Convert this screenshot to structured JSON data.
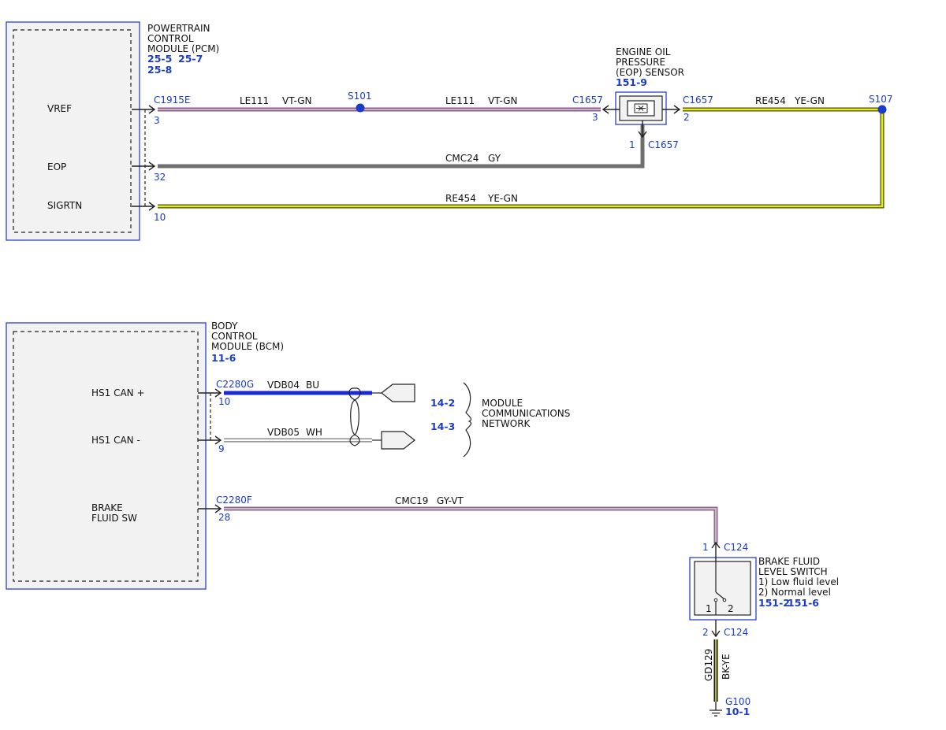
{
  "colors": {
    "blue": "#1a3cc8",
    "violet_green": "#b98fb9",
    "yellow_green": "#d7e41a",
    "gray": "#7a7a7a",
    "white": "#ffffff",
    "black": "#111111"
  },
  "pcm": {
    "title": [
      "POWERTRAIN",
      "CONTROL",
      "MODULE (PCM)"
    ],
    "refs_line1": [
      "25-5",
      "25-7"
    ],
    "refs_line2": "25-8",
    "pins": [
      "VREF",
      "EOP",
      "SIGRTN"
    ],
    "connector": "C1915E",
    "pin_vref": "3",
    "pin_eop": "32",
    "pin_sigrtn": "10"
  },
  "eop_sensor": {
    "title": [
      "ENGINE OIL",
      "PRESSURE",
      "(EOP) SENSOR"
    ],
    "ref": "151-9",
    "conn_left": "C1657",
    "pin_left": "3",
    "conn_right": "C1657",
    "pin_right": "2",
    "conn_bottom": "C1657",
    "pin_bottom": "1"
  },
  "wires": {
    "vref_a": {
      "circuit": "LE111",
      "color": "VT-GN"
    },
    "vref_b": {
      "circuit": "LE111",
      "color": "VT-GN"
    },
    "eop": {
      "circuit": "CMC24",
      "color": "GY"
    },
    "sigrtn_top": {
      "circuit": "RE454",
      "color": "YE-GN"
    },
    "sigrtn": {
      "circuit": "RE454",
      "color": "YE-GN"
    },
    "can_hi": {
      "circuit": "VDB04",
      "color": "BU"
    },
    "can_lo": {
      "circuit": "VDB05",
      "color": "WH"
    },
    "brake": {
      "circuit": "CMC19",
      "color": "GY-VT"
    },
    "ground": {
      "circuit": "GD129",
      "color": "BK-YE"
    }
  },
  "splices": {
    "s101": "S101",
    "s107": "S107"
  },
  "bcm": {
    "title": [
      "BODY",
      "CONTROL",
      "MODULE (BCM)"
    ],
    "ref": "11-6",
    "pins": [
      "HS1 CAN +",
      "HS1 CAN -"
    ],
    "brake_pin_lines": [
      "BRAKE",
      "FLUID SW"
    ],
    "conn_can": "C2280G",
    "pin_can_hi": "10",
    "pin_can_lo": "9",
    "conn_brake": "C2280F",
    "pin_brake": "28"
  },
  "network": {
    "ref_hi": "14-2",
    "ref_lo": "14-3",
    "label": [
      "MODULE",
      "COMMUNICATIONS",
      "NETWORK"
    ]
  },
  "switch": {
    "title": [
      "BRAKE FLUID",
      "LEVEL SWITCH"
    ],
    "notes": [
      "1) Low fluid level",
      "2) Normal level"
    ],
    "refs": [
      "151-2",
      "151-6"
    ],
    "conn_top": "C124",
    "pin_top": "1",
    "conn_bottom": "C124",
    "pin_bottom": "2",
    "pos1": "1",
    "pos2": "2"
  },
  "ground": {
    "label": "G100",
    "ref": "10-1"
  }
}
